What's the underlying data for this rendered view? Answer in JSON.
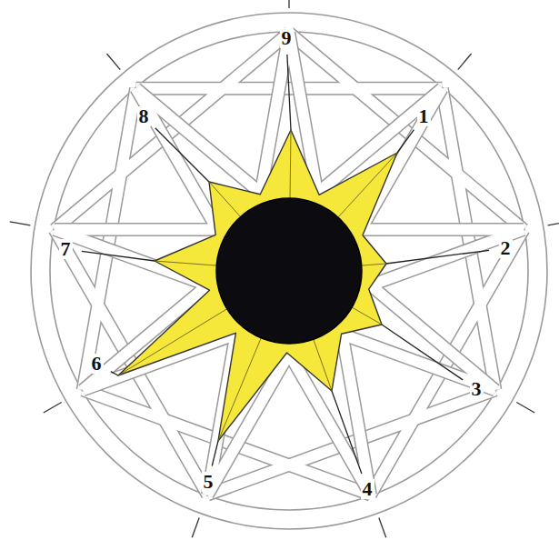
{
  "diagram": {
    "labels": [
      "9",
      "1",
      "2",
      "3",
      "4",
      "5",
      "6",
      "7",
      "8"
    ]
  }
}
